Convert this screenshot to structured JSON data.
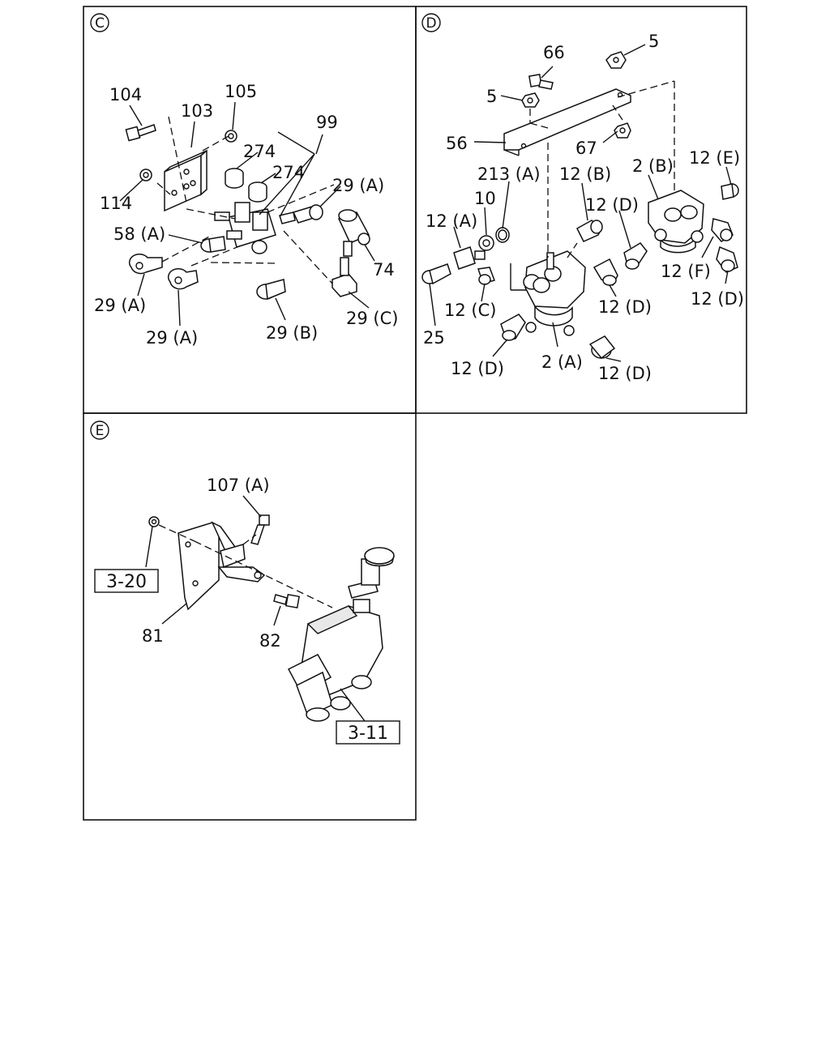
{
  "panels": [
    {
      "letter": "C",
      "labels": {
        "l104": "104",
        "l103": "103",
        "l105": "105",
        "l99": "99",
        "l274a": "274",
        "l274b": "274",
        "l29a1": "29 (A)",
        "l114": "114",
        "l58a": "58 (A)",
        "l74": "74",
        "l29a2": "29 (A)",
        "l29a3": "29 (A)",
        "l29b": "29 (B)",
        "l29c": "29 (C)"
      }
    },
    {
      "letter": "D",
      "labels": {
        "l66": "66",
        "l5a": "5",
        "l5b": "5",
        "l56": "56",
        "l67": "67",
        "l213a": "213 (A)",
        "l12b": "12 (B)",
        "l2b": "2 (B)",
        "l12e": "12 (E)",
        "l10": "10",
        "l12a": "12 (A)",
        "l12d1": "12 (D)",
        "l12f": "12 (F)",
        "l12d2": "12 (D)",
        "l12c": "12 (C)",
        "l12d3": "12 (D)",
        "l25": "25",
        "l12d4": "12 (D)",
        "l2a": "2 (A)",
        "l12d5": "12 (D)"
      }
    },
    {
      "letter": "E",
      "labels": {
        "l107a": "107 (A)",
        "l81": "81",
        "l82": "82"
      },
      "refs": {
        "r320": "3-20",
        "r311": "3-11"
      }
    }
  ]
}
